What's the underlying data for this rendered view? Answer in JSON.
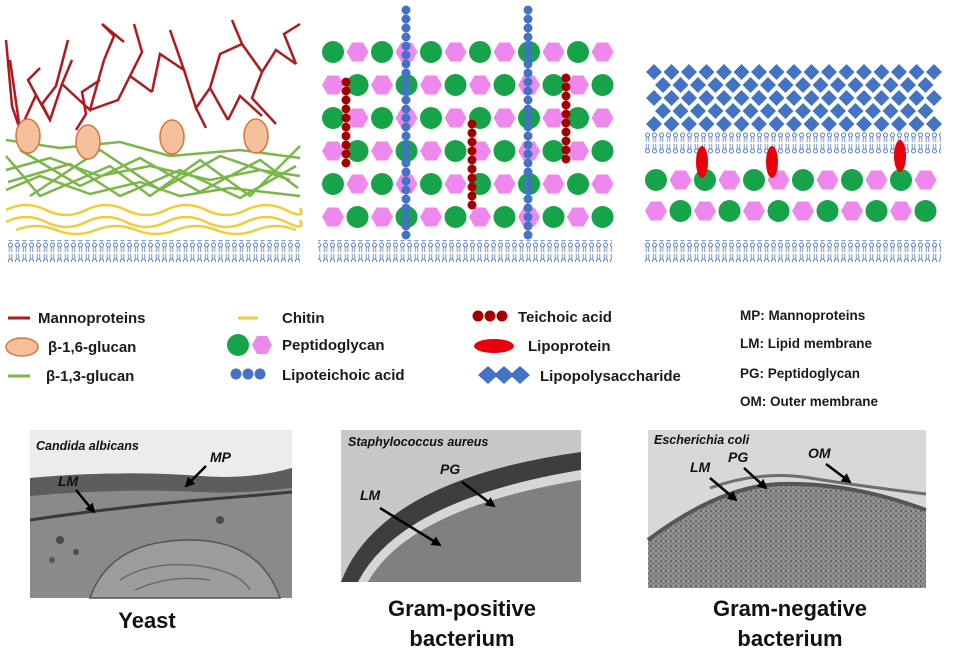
{
  "legend": {
    "mannoproteins": "Mannoproteins",
    "b16_glucan": "β-1,6-glucan",
    "b13_glucan": "β-1,3-glucan",
    "chitin": "Chitin",
    "peptidoglycan": "Peptidoglycan",
    "lipoteichoic_acid": "Lipoteichoic acid",
    "teichoic_acid": "Teichoic acid",
    "lipoprotein": "Lipoprotein",
    "lipopolysaccharide": "Lipopolysaccharide"
  },
  "abbreviations": [
    "MP: Mannoproteins",
    "LM: Lipid membrane",
    "PG: Peptidoglycan",
    "OM: Outer membrane"
  ],
  "micrographs": {
    "yeast": {
      "species": "Candida albicans",
      "labels": [
        "LM",
        "MP"
      ]
    },
    "gram_positive": {
      "species": "Staphylococcus aureus",
      "labels": [
        "LM",
        "PG"
      ]
    },
    "gram_negative": {
      "species": "Escherichia coli",
      "labels": [
        "LM",
        "PG",
        "OM"
      ]
    }
  },
  "captions": {
    "yeast": "Yeast",
    "gram_positive_1": "Gram-positive",
    "gram_positive_2": "bacterium",
    "gram_negative_1": "Gram-negative",
    "gram_negative_2": "bacterium"
  },
  "colors": {
    "mannoprotein": "#b0191e",
    "b16_glucan_fill": "#f6c09c",
    "b16_glucan_stroke": "#d9743a",
    "b13_glucan": "#7ab648",
    "chitin": "#f2cc3c",
    "peptidoglycan_circle": "#16a34a",
    "peptidoglycan_hex": "#ee88ee",
    "lipoteichoic": "#4472c4",
    "teichoic": "#a50000",
    "lipoprotein": "#e8000b",
    "lps": "#4472c4",
    "membrane": "#5a7fc8"
  }
}
